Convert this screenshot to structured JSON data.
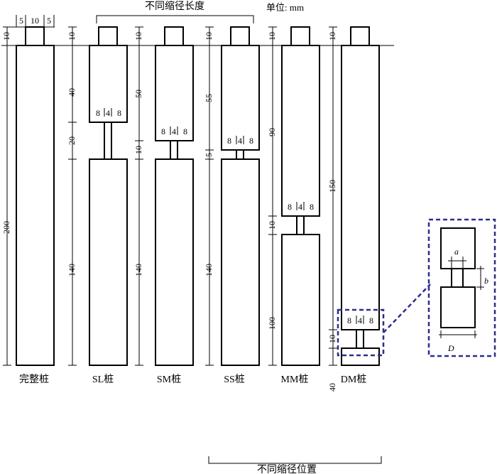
{
  "unit_label": "单位: mm",
  "top_group_label": "不同缩径长度",
  "bottom_group_label": "不同缩径位置",
  "head_dims": [
    "5",
    "10",
    "5"
  ],
  "piles": [
    {
      "id": "intact",
      "label": "完整桩",
      "dims": [
        "10",
        "200"
      ]
    },
    {
      "id": "SL",
      "label": "SL桩",
      "dims": [
        "10",
        "40",
        "20",
        "140"
      ],
      "neck": [
        "8",
        "4",
        "8"
      ]
    },
    {
      "id": "SM",
      "label": "SM桩",
      "dims": [
        "10",
        "50",
        "10",
        "140"
      ],
      "neck": [
        "8",
        "4",
        "8"
      ]
    },
    {
      "id": "SS",
      "label": "SS桩",
      "dims": [
        "10",
        "55",
        "5",
        "140"
      ],
      "neck": [
        "8",
        "4",
        "8"
      ]
    },
    {
      "id": "MM",
      "label": "MM桩",
      "dims": [
        "10",
        "90",
        "10",
        "100"
      ],
      "neck": [
        "8",
        "4",
        "8"
      ]
    },
    {
      "id": "DM",
      "label": "DM桩",
      "dims": [
        "10",
        "150",
        "10",
        "40"
      ],
      "neck": [
        "8",
        "4",
        "8"
      ]
    }
  ],
  "detail": {
    "a": "a",
    "b": "b",
    "D": "D"
  },
  "colors": {
    "line": "#000000",
    "dashed_box": "#2d2d8c"
  }
}
